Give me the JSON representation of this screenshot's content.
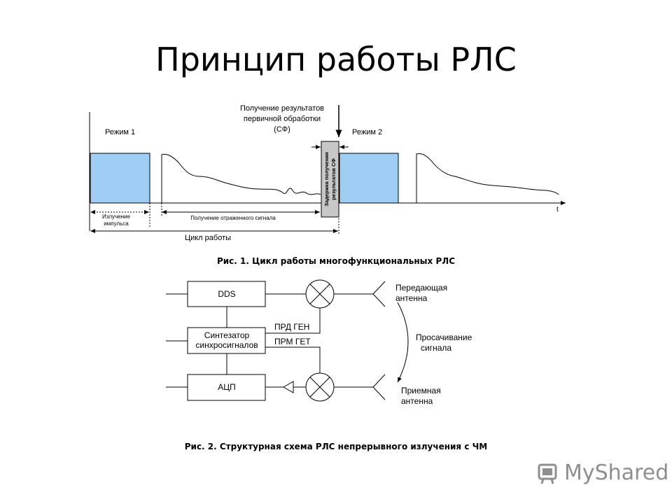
{
  "title": "Принцип работы РЛС",
  "fig1": {
    "caption": "Рис. 1. Цикл работы многофункциональных РЛС",
    "mode1": "Режим 1",
    "mode2": "Режим 2",
    "result_line1": "Получение результатов",
    "result_line2": "первичной обработки",
    "result_line3": "(СФ)",
    "delay_line1": "Задержка получения",
    "delay_line2": "результатов СФ",
    "emission_line1": "Излучение",
    "emission_line2": "импульса",
    "reception": "Получение отраженного сигнала",
    "cycle": "Цикл работы",
    "t_axis": "t"
  },
  "fig2": {
    "caption": "Рис. 2. Структурная схема РЛС непрерывного излучения с ЧМ",
    "dds": "DDS",
    "synth_line1": "Синтезатор",
    "synth_line2": "синхросигналов",
    "adc": "АЦП",
    "tx_gen": "ПРД ГЕН",
    "rx_get": "ПРМ ГЕТ",
    "tx_ant_line1": "Передающая",
    "tx_ant_line2": "антенна",
    "leak_line1": "Просачивание",
    "leak_line2": "сигнала",
    "rx_ant_line1": "Приемная",
    "rx_ant_line2": "антенна"
  },
  "logo": {
    "text": "MyShared"
  }
}
